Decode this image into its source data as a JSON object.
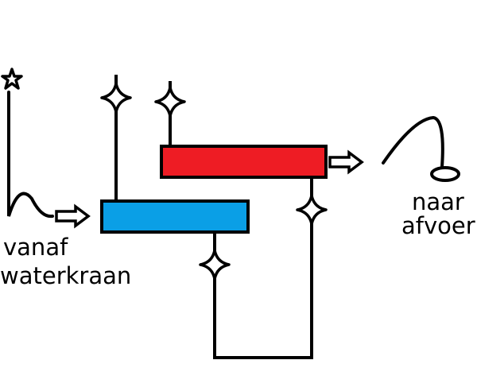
{
  "labels": {
    "inlet_line1": "vanaf",
    "inlet_line2": "waterkraan",
    "outlet_line1": "naar",
    "outlet_line2": "afvoer"
  },
  "colors": {
    "cold_tank": "#0a9fe6",
    "hot_tank": "#ee1c24",
    "line": "#000000",
    "background": "#ffffff"
  },
  "icons": {
    "inlet_marker": "star-icon",
    "valve": "sparkle-icon",
    "flow_direction": "arrow-right-icon",
    "drain": "drain-ellipse-icon"
  }
}
